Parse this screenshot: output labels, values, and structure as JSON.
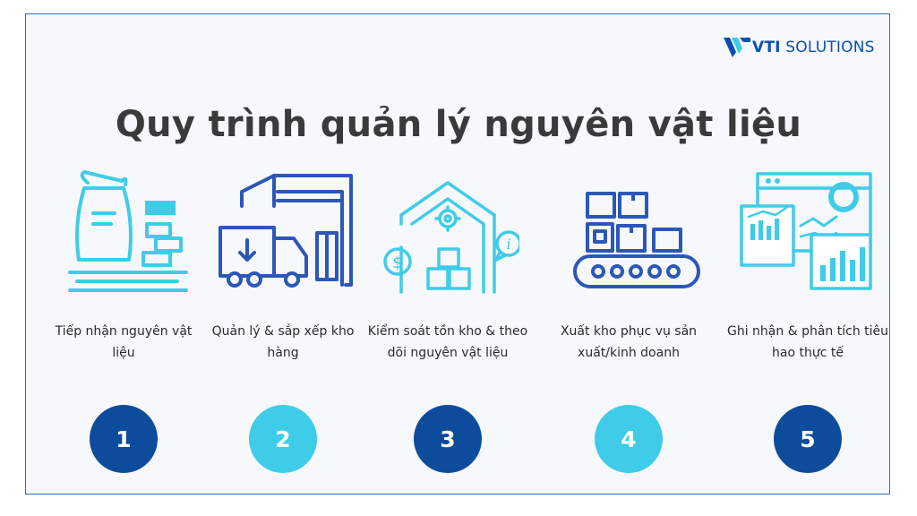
{
  "brand": {
    "name_bold": "VTI",
    "name_rest": " SOLUTIONS",
    "color": "#0b4fb3"
  },
  "title": "Quy trình quản lý nguyên vật liệu",
  "colors": {
    "dark_blue": "#0d4c9c",
    "light_blue": "#3fcce8",
    "icon_stroke": "#2b57b8"
  },
  "steps": [
    {
      "number": "1",
      "label": "Tiếp nhận nguyên vật liệu",
      "icon": "material-sack-icon",
      "circle": "dark"
    },
    {
      "number": "2",
      "label": "Quản lý & sắp xếp kho hàng",
      "icon": "warehouse-truck-icon",
      "circle": "light"
    },
    {
      "number": "3",
      "label": "Kiểm soát tồn kho & theo dõi nguyên vật liệu",
      "icon": "inventory-control-icon",
      "circle": "dark"
    },
    {
      "number": "4",
      "label": "Xuất kho phục vụ sản xuất/kinh doanh",
      "icon": "conveyor-boxes-icon",
      "circle": "light"
    },
    {
      "number": "5",
      "label": "Ghi nhận & phân tích tiêu hao thực tế",
      "icon": "analytics-dashboard-icon",
      "circle": "dark"
    }
  ]
}
